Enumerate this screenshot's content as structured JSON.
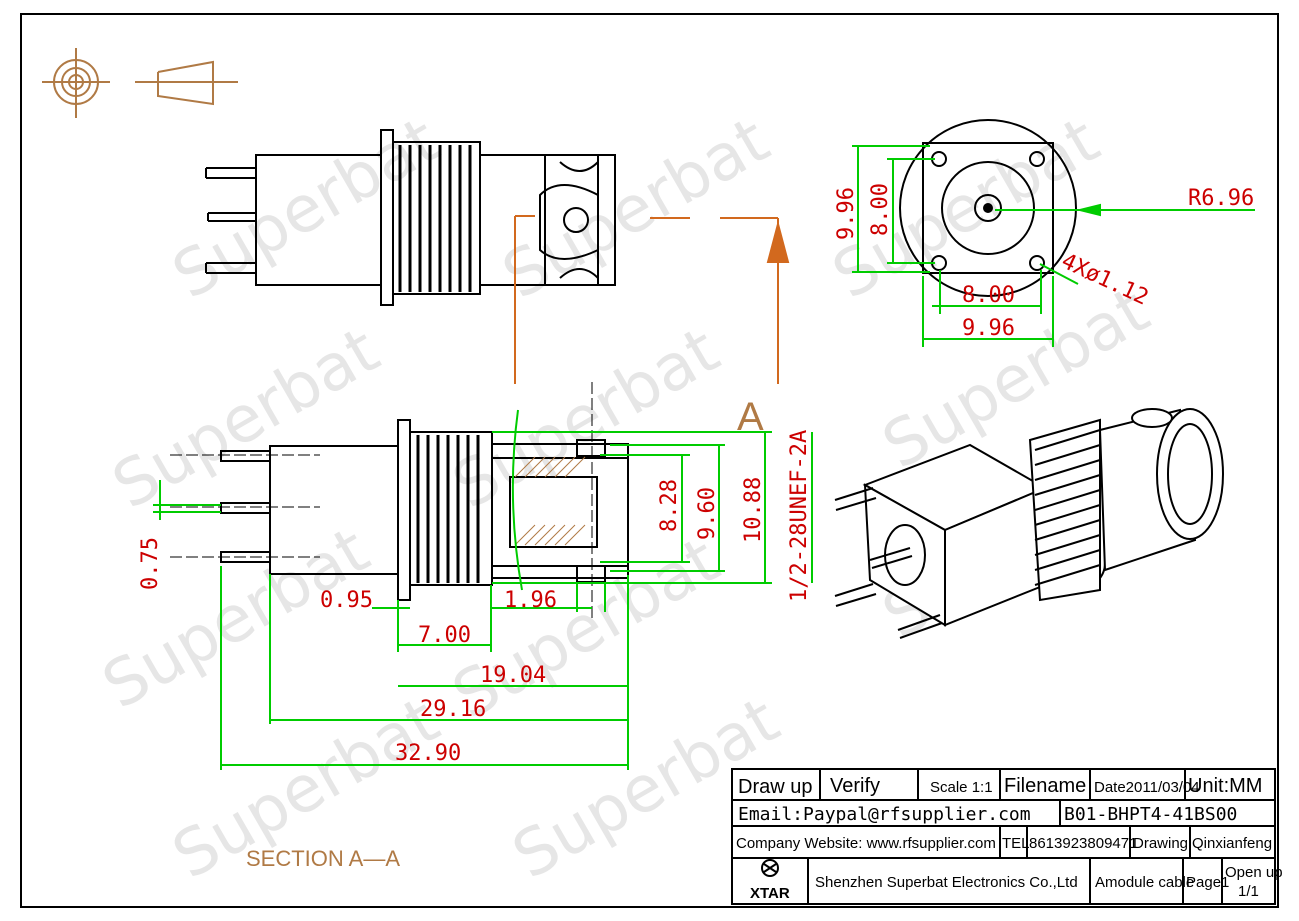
{
  "watermark": "Superbat",
  "section_marker": "A",
  "section_label": "SECTION  A—A",
  "dimensions": {
    "front_outer": "9.96",
    "front_inner": "8.00",
    "radius": "R6.96",
    "holes": "4Xø1.12",
    "front_bottom_inner": "8.00",
    "front_bottom_outer": "9.96",
    "pin_pitch": "0.75",
    "flange": "0.95",
    "body": "7.00",
    "overall_19": "19.04",
    "overall_29": "29.16",
    "overall_32": "32.90",
    "wall": "1.96",
    "dia_828": "8.28",
    "dia_960": "9.60",
    "dia_1088": "10.88",
    "thread": "1/2-28UNEF-2A"
  },
  "title_block": {
    "draw_up": "Draw up",
    "verify": "Verify",
    "scale": "Scale 1:1",
    "filename": "Filename",
    "date": "Date2011/03/04",
    "unit": "Unit:MM",
    "email": "Email:Paypal@rfsupplier.com",
    "part_number": "B01-BHPT4-41BS00",
    "website": "Company Website:  www.rfsupplier.com",
    "tel_label": "TEL",
    "tel": "8613923809471",
    "drawing_label": "Drawing",
    "drawer": "Qinxianfeng",
    "logo_text": "XTAR",
    "company": "Shenzhen Superbat Electronics Co.,Ltd",
    "product": "Amodule cable",
    "page": "Page1",
    "open_up": "Open up",
    "open_up_pages": "1/1"
  }
}
